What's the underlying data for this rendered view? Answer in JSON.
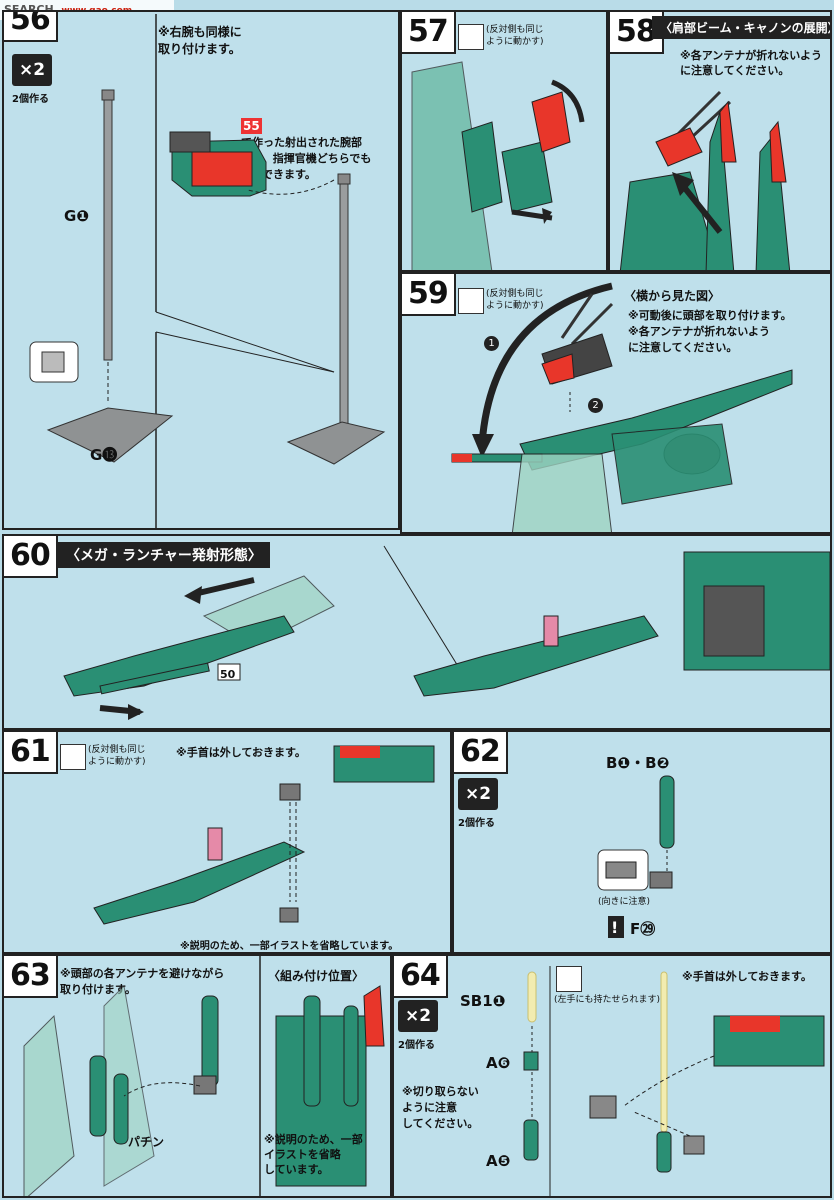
{
  "watermark": {
    "site": "SEARCH",
    "url": "www.gao.com"
  },
  "colors": {
    "background": "#b9dce8",
    "parts": "#2a8f74",
    "accent": "#e8362a",
    "grey": "#8c8f90"
  },
  "x2": {
    "count": "×2",
    "label": "2個作る"
  },
  "step56": {
    "note": "※右腕も同様に\n取り付けます。",
    "part_top": "G❶",
    "part_base": "G⓭",
    "tag": "55",
    "note2": "で作った射出された腕部\n※一般機、指揮官機どちらでも\n飾る事ができます。"
  },
  "step57": {
    "num": "57",
    "mirror": "(反対側も同じ\nように動かす)"
  },
  "step58": {
    "num": "58",
    "title": "〈肩部ビーム・キャノンの展開〉",
    "note": "※各アンテナが折れないよう\nに注意してください。"
  },
  "step59": {
    "num": "59",
    "mirror": "(反対側も同じ\nように動かす)",
    "subtitle": "〈横から見た図〉",
    "note": "※可動後に頭部を取り付けます。\n※各アンテナが折れないよう\nに注意してください。",
    "arrow1": "1",
    "arrow2": "2"
  },
  "step60": {
    "num": "60",
    "title": "〈メガ・ランチャー発射形態〉",
    "ref": "50"
  },
  "step61": {
    "num": "61",
    "mirror": "(反対側も同じ\nように動かす)",
    "note": "※手首は外しておきます。",
    "footnote": "※説明のため、一部イラストを省略しています。"
  },
  "step62": {
    "num": "62",
    "parts": "B❶・B❷",
    "caution": "(向きに注意)",
    "part_f": "F㉙"
  },
  "step63": {
    "num": "63",
    "note": "※頭部の各アンテナを避けながら\n取り付けます。",
    "subtitle": "〈組み付け位置〉",
    "sound": "パチン",
    "footnote": "※説明のため、一部\nイラストを省略\nしています。"
  },
  "step64": {
    "num": "64",
    "hand_note": "(左手にも持たせられます)",
    "note": "※手首は外しておきます。",
    "part_sb": "SB1❶",
    "part_a6": "A❻",
    "part_a5": "A❺",
    "caution": "※切り取らない\nように注意\nしてください。"
  }
}
